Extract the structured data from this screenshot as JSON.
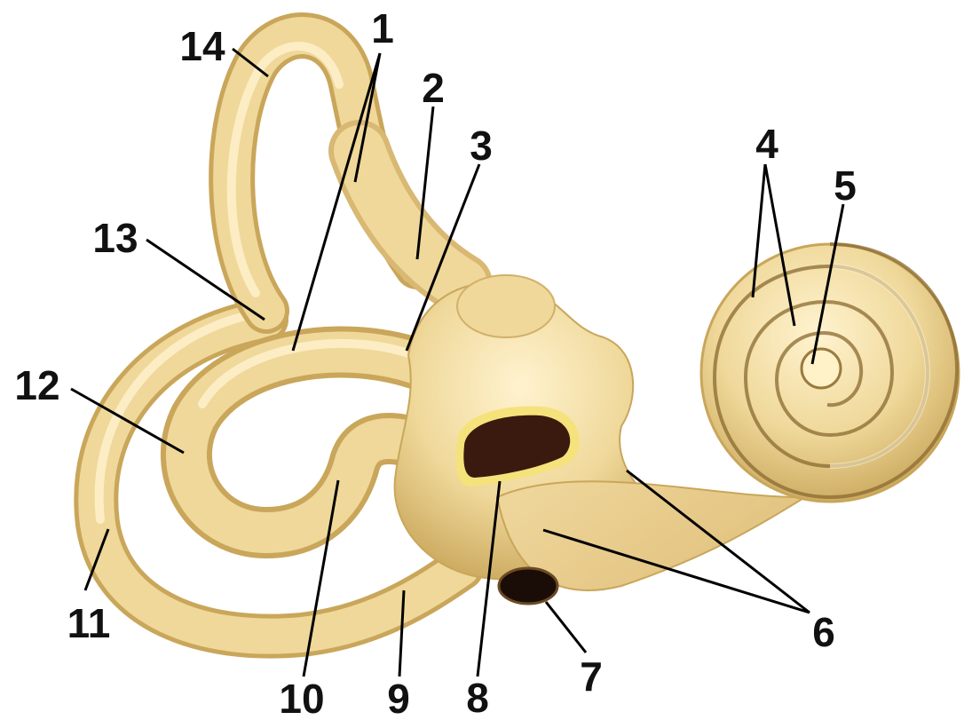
{
  "figure": {
    "subject": "inner-ear-labyrinth",
    "colors": {
      "bone": "#efd89a",
      "bone_shadow": "#c9a65a",
      "bone_highlight": "#fff3cf",
      "window_dark": "#3a1a0f",
      "window_rim": "#f5e27a",
      "line": "#000000",
      "label": "#111111"
    }
  },
  "labels": {
    "n1": "1",
    "n2": "2",
    "n3": "3",
    "n4": "4",
    "n5": "5",
    "n6": "6",
    "n7": "7",
    "n8": "8",
    "n9": "9",
    "n10": "10",
    "n11": "11",
    "n12": "12",
    "n13": "13",
    "n14": "14"
  }
}
